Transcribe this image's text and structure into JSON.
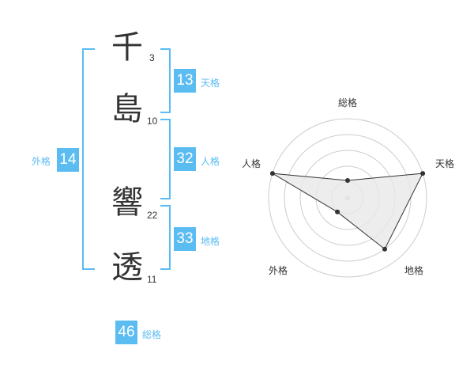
{
  "name": [
    {
      "char": "千",
      "strokes": "3"
    },
    {
      "char": "島",
      "strokes": "10"
    },
    {
      "char": "響",
      "strokes": "22"
    },
    {
      "char": "透",
      "strokes": "11"
    }
  ],
  "kaku": {
    "tenkaku": {
      "value": "13",
      "label": "天格"
    },
    "jinkaku": {
      "value": "32",
      "label": "人格"
    },
    "chikaku": {
      "value": "33",
      "label": "地格"
    },
    "gaikaku": {
      "value": "14",
      "label": "外格"
    },
    "soukaku": {
      "value": "46",
      "label": "総格"
    }
  },
  "radar": {
    "axes": [
      "総格",
      "天格",
      "地格",
      "外格",
      "人格"
    ],
    "values": [
      1,
      5,
      4,
      1,
      5
    ],
    "max": 5,
    "colors": {
      "fill": "#e8e8e8",
      "line": "#333333",
      "grid": "#cccccc",
      "accent": "#5bbcf2"
    }
  }
}
